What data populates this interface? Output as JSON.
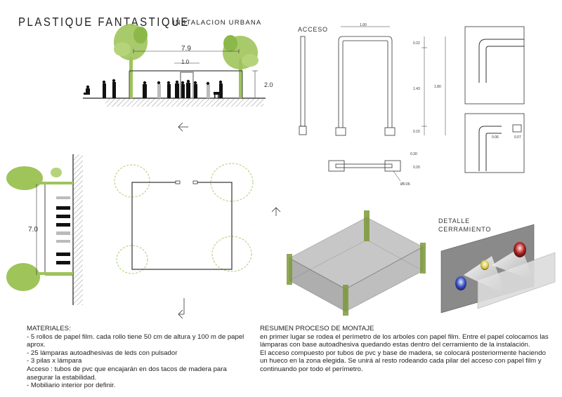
{
  "header": {
    "title": "PLASTIQUE FANTASTIQUE",
    "subtitle": "INSTALACION URBANA"
  },
  "section_view": {
    "width_dim": "7.9",
    "door_dim": "1.0",
    "height_dim": "2.0"
  },
  "plan_view": {
    "depth_dim": "7.0"
  },
  "access_detail": {
    "label": "ACCESO",
    "dims": {
      "top_width": "1.00",
      "upper": "0.22",
      "middle": "1.43",
      "total": "1.80",
      "base": "0.15",
      "plan_width": "0.30",
      "plan_depth": "0.20",
      "diameter": "Ø0.06",
      "joint_a": "0.06",
      "joint_b": "0.07"
    }
  },
  "closure_detail": {
    "label_line1": "DETALLE",
    "label_line2": "CERRAMIENTO"
  },
  "materials": {
    "heading": "MATERIALES:",
    "lines": [
      "- 5 rollos de papel film. cada rollo tiene 50 cm de altura y 100 m de papel aprox.",
      "- 25 lámparas autoadhesivas de leds con pulsador",
      "- 3 pilas x lámpara",
      "Acceso : tubos de pvc que encajarán en dos tacos de madera para asegurar la estabilidad.",
      "- Mobiliario interior por definir."
    ]
  },
  "summary": {
    "heading": "RESUMEN PROCESO DE MONTAJE",
    "paragraph1": "en primer lugar se rodea el perímetro de los arboles con papel film. Entre el papel colocamos las  lámparas con base autoadhesiva quedando estas dentro del cerramiento de la instalación.",
    "paragraph2": "El acceso compuesto por tubos de pvc y base de madera, se colocará posteriormente haciendo un hueco en la zona elegida. Se unirá al resto rodeando cada pilar del acceso con papel film y continuando por todo el perímetro."
  },
  "colors": {
    "tree_green": "#9ec45a",
    "tree_outline": "#b9d58a",
    "pole_green": "#7d9a3a",
    "box_gray": "#8c8c8c",
    "lamp_blue": "#3a4fc4",
    "lamp_red": "#b02020",
    "lamp_yellow": "#d9c640"
  }
}
